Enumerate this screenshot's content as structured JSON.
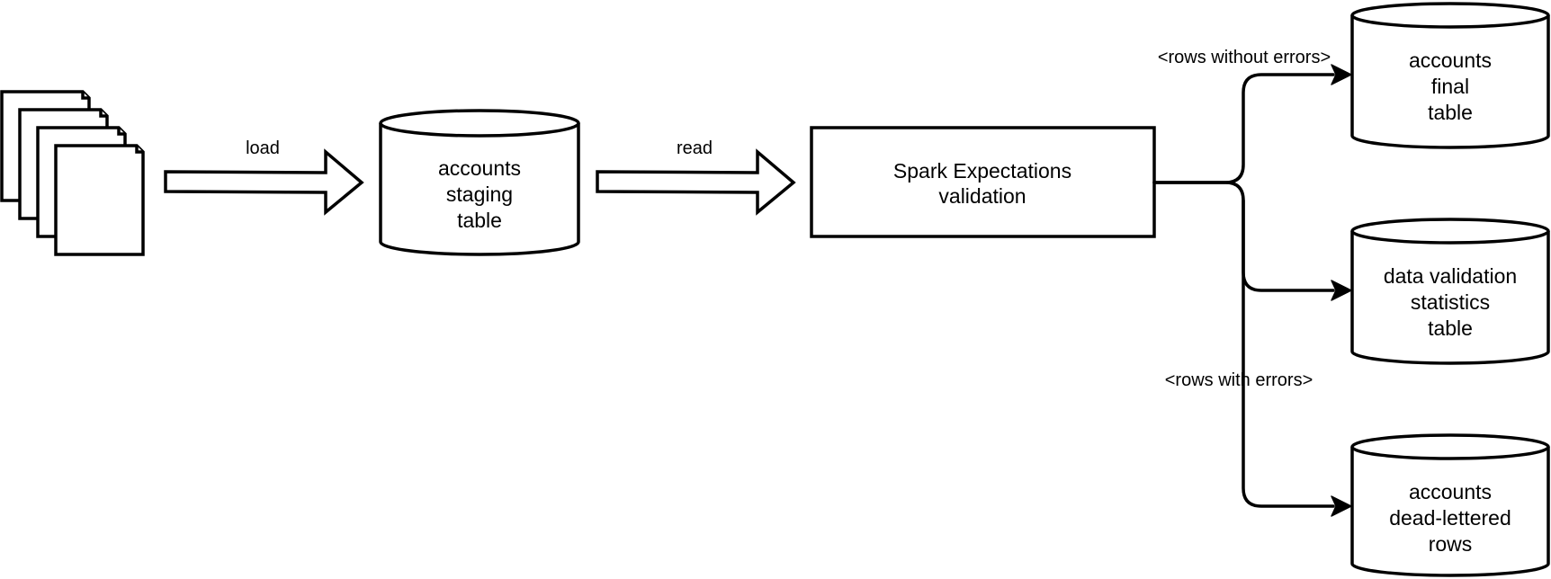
{
  "nodes": {
    "source_files": {
      "label": ""
    },
    "staging_table": {
      "line1": "accounts",
      "line2": "staging",
      "line3": "table"
    },
    "validation": {
      "line1": "Spark Expectations",
      "line2": "validation"
    },
    "final_table": {
      "line1": "accounts",
      "line2": "final",
      "line3": "table"
    },
    "stats_table": {
      "line1": "data validation",
      "line2": "statistics",
      "line3": "table"
    },
    "dead_letter_table": {
      "line1": "accounts",
      "line2": "dead-lettered",
      "line3": "rows"
    }
  },
  "edges": {
    "load": {
      "label": "load"
    },
    "read": {
      "label": "read"
    },
    "rows_without_errors": {
      "label": "<rows without errors>"
    },
    "rows_with_errors": {
      "label": "<rows with errors>"
    }
  }
}
